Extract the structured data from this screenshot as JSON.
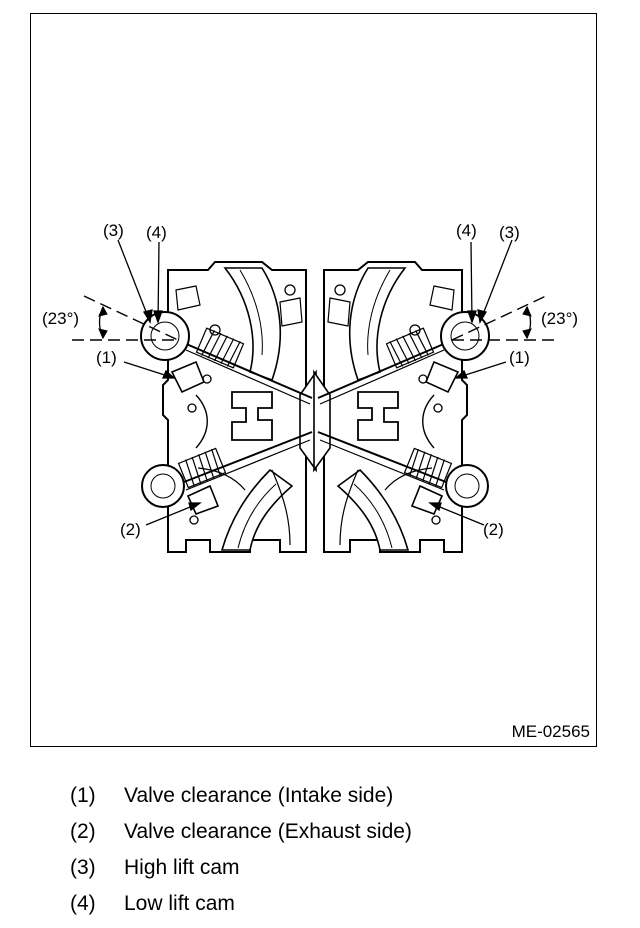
{
  "figure": {
    "code": "ME-02565",
    "callouts": {
      "c1": "(1)",
      "c2": "(2)",
      "c3": "(3)",
      "c4": "(4)",
      "angle": "(23°)"
    }
  },
  "legend": [
    {
      "num": "(1)",
      "text": "Valve clearance (Intake side)"
    },
    {
      "num": "(2)",
      "text": "Valve clearance (Exhaust side)"
    },
    {
      "num": "(3)",
      "text": "High lift cam"
    },
    {
      "num": "(4)",
      "text": "Low lift cam"
    }
  ]
}
